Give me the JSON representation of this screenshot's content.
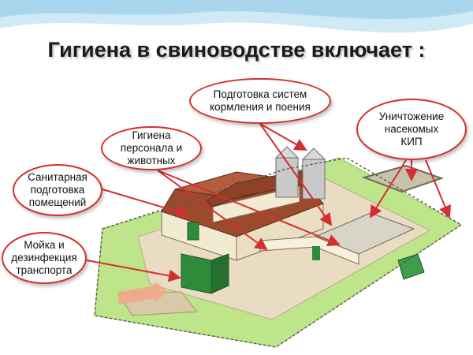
{
  "title": "Гигиена в свиноводстве включает :",
  "callouts": {
    "feeding": "Подготовка систем\nкормления и поения",
    "hygiene": "Гигиена\nперсонала и\nживотных",
    "insects": "Уничтожение\nнасекомых\nКИП",
    "sanitary": "Санитарная\nподготовка\nпомещений",
    "washing": "Мойка и\nдезинфекция\nтранспорта"
  },
  "colors": {
    "callout_border": "#d32f2f",
    "arrow": "#d32f2f",
    "grass": "#bfe58a",
    "roof": "#9c4a2e",
    "wall": "#f3ead2",
    "door": "#2e8b3a",
    "sky_wave": "#a9d6ec"
  }
}
